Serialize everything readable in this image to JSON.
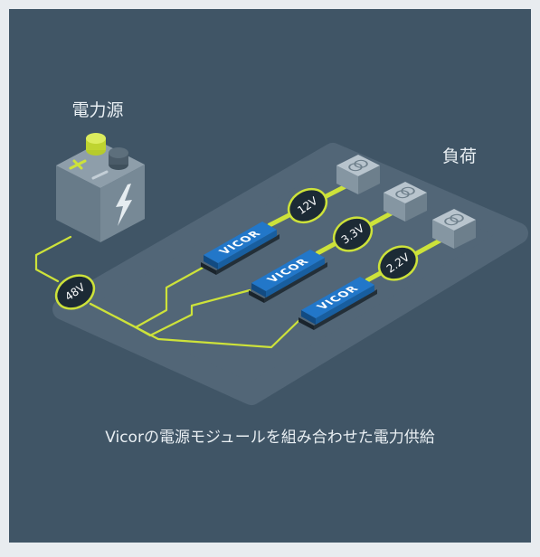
{
  "labels": {
    "source": "電力源",
    "load": "負荷",
    "caption": "Vicorの電源モジュールを組み合わせた電力供給"
  },
  "input_voltage": "48V",
  "modules": [
    {
      "brand": "VICOR",
      "output_voltage": "12V"
    },
    {
      "brand": "VICOR",
      "output_voltage": "3.3V"
    },
    {
      "brand": "VICOR",
      "output_voltage": "2.2V"
    }
  ],
  "icons": {
    "source": "battery-icon",
    "source_symbol": "lightning-bolt-icon",
    "load": "load-cube-icon"
  },
  "colors": {
    "background": "#e8ecef",
    "panel": "#405566",
    "platform": "#526677",
    "wire": "#cde23a",
    "module": "#2277c9",
    "badge": "#1c2a35"
  }
}
